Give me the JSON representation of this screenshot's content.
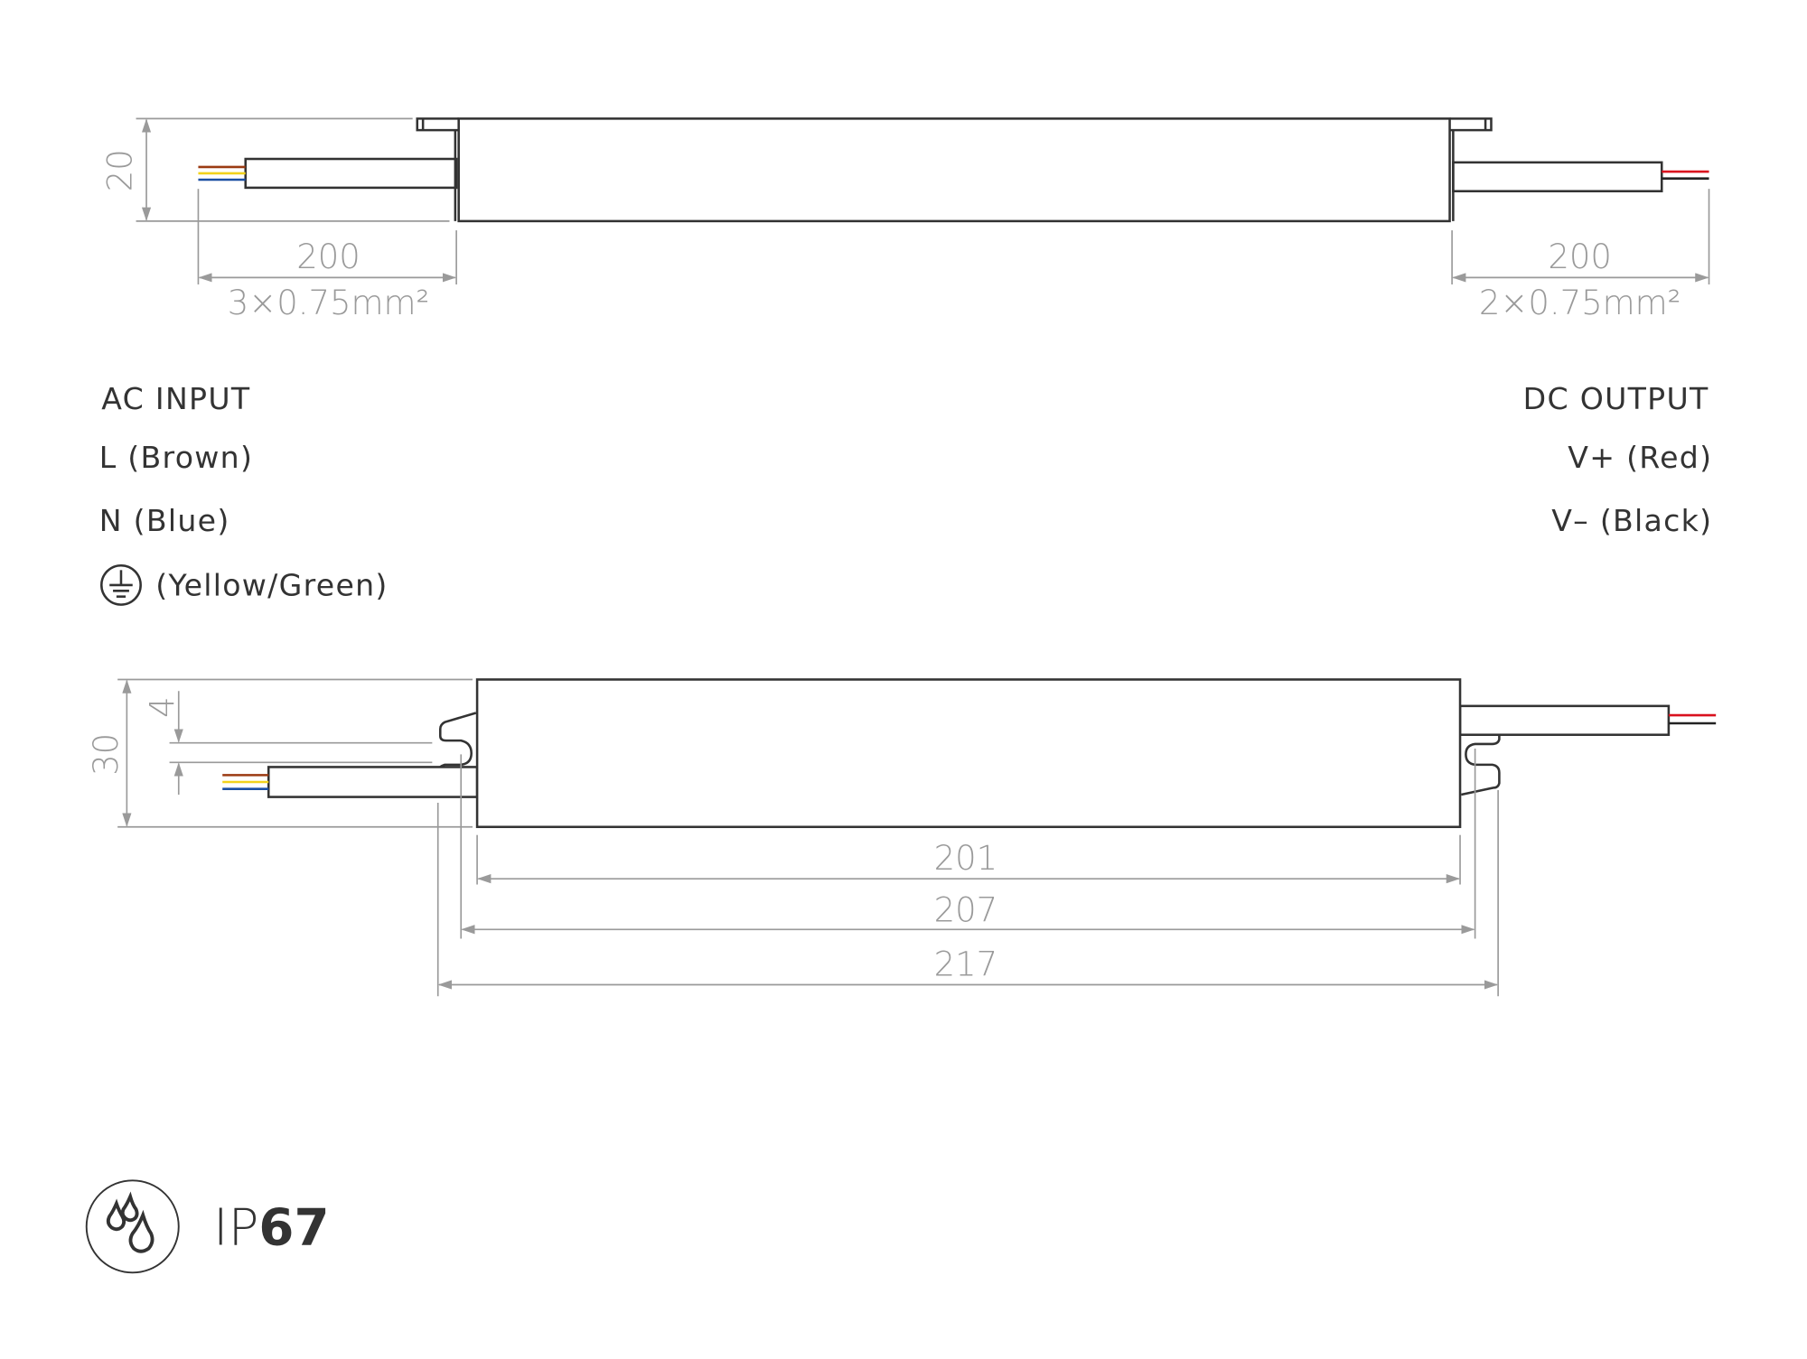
{
  "top_view": {
    "height_dim": "20",
    "input_cable_length": "200",
    "input_cable_spec": "3×0.75mm²",
    "output_cable_length": "200",
    "output_cable_spec": "2×0.75mm²"
  },
  "wiring": {
    "input_title": "AC INPUT",
    "input_items": [
      "L (Brown)",
      "N (Blue)",
      "(Yellow/Green)"
    ],
    "output_title": "DC OUTPUT",
    "output_items": [
      "V+ (Red)",
      "V– (Black)"
    ]
  },
  "side_view": {
    "height_dim": "30",
    "slot_dim": "4",
    "length_body": "201",
    "length_mid": "207",
    "length_total": "217"
  },
  "rating": {
    "prefix": "IP",
    "value": "67"
  },
  "colors": {
    "brown": "#9b3a12",
    "yellow": "#f2d21b",
    "blue": "#1b4fa3",
    "red": "#d9101e",
    "black": "#222222",
    "outline": "#333333",
    "dimension": "#9a9a9a"
  }
}
